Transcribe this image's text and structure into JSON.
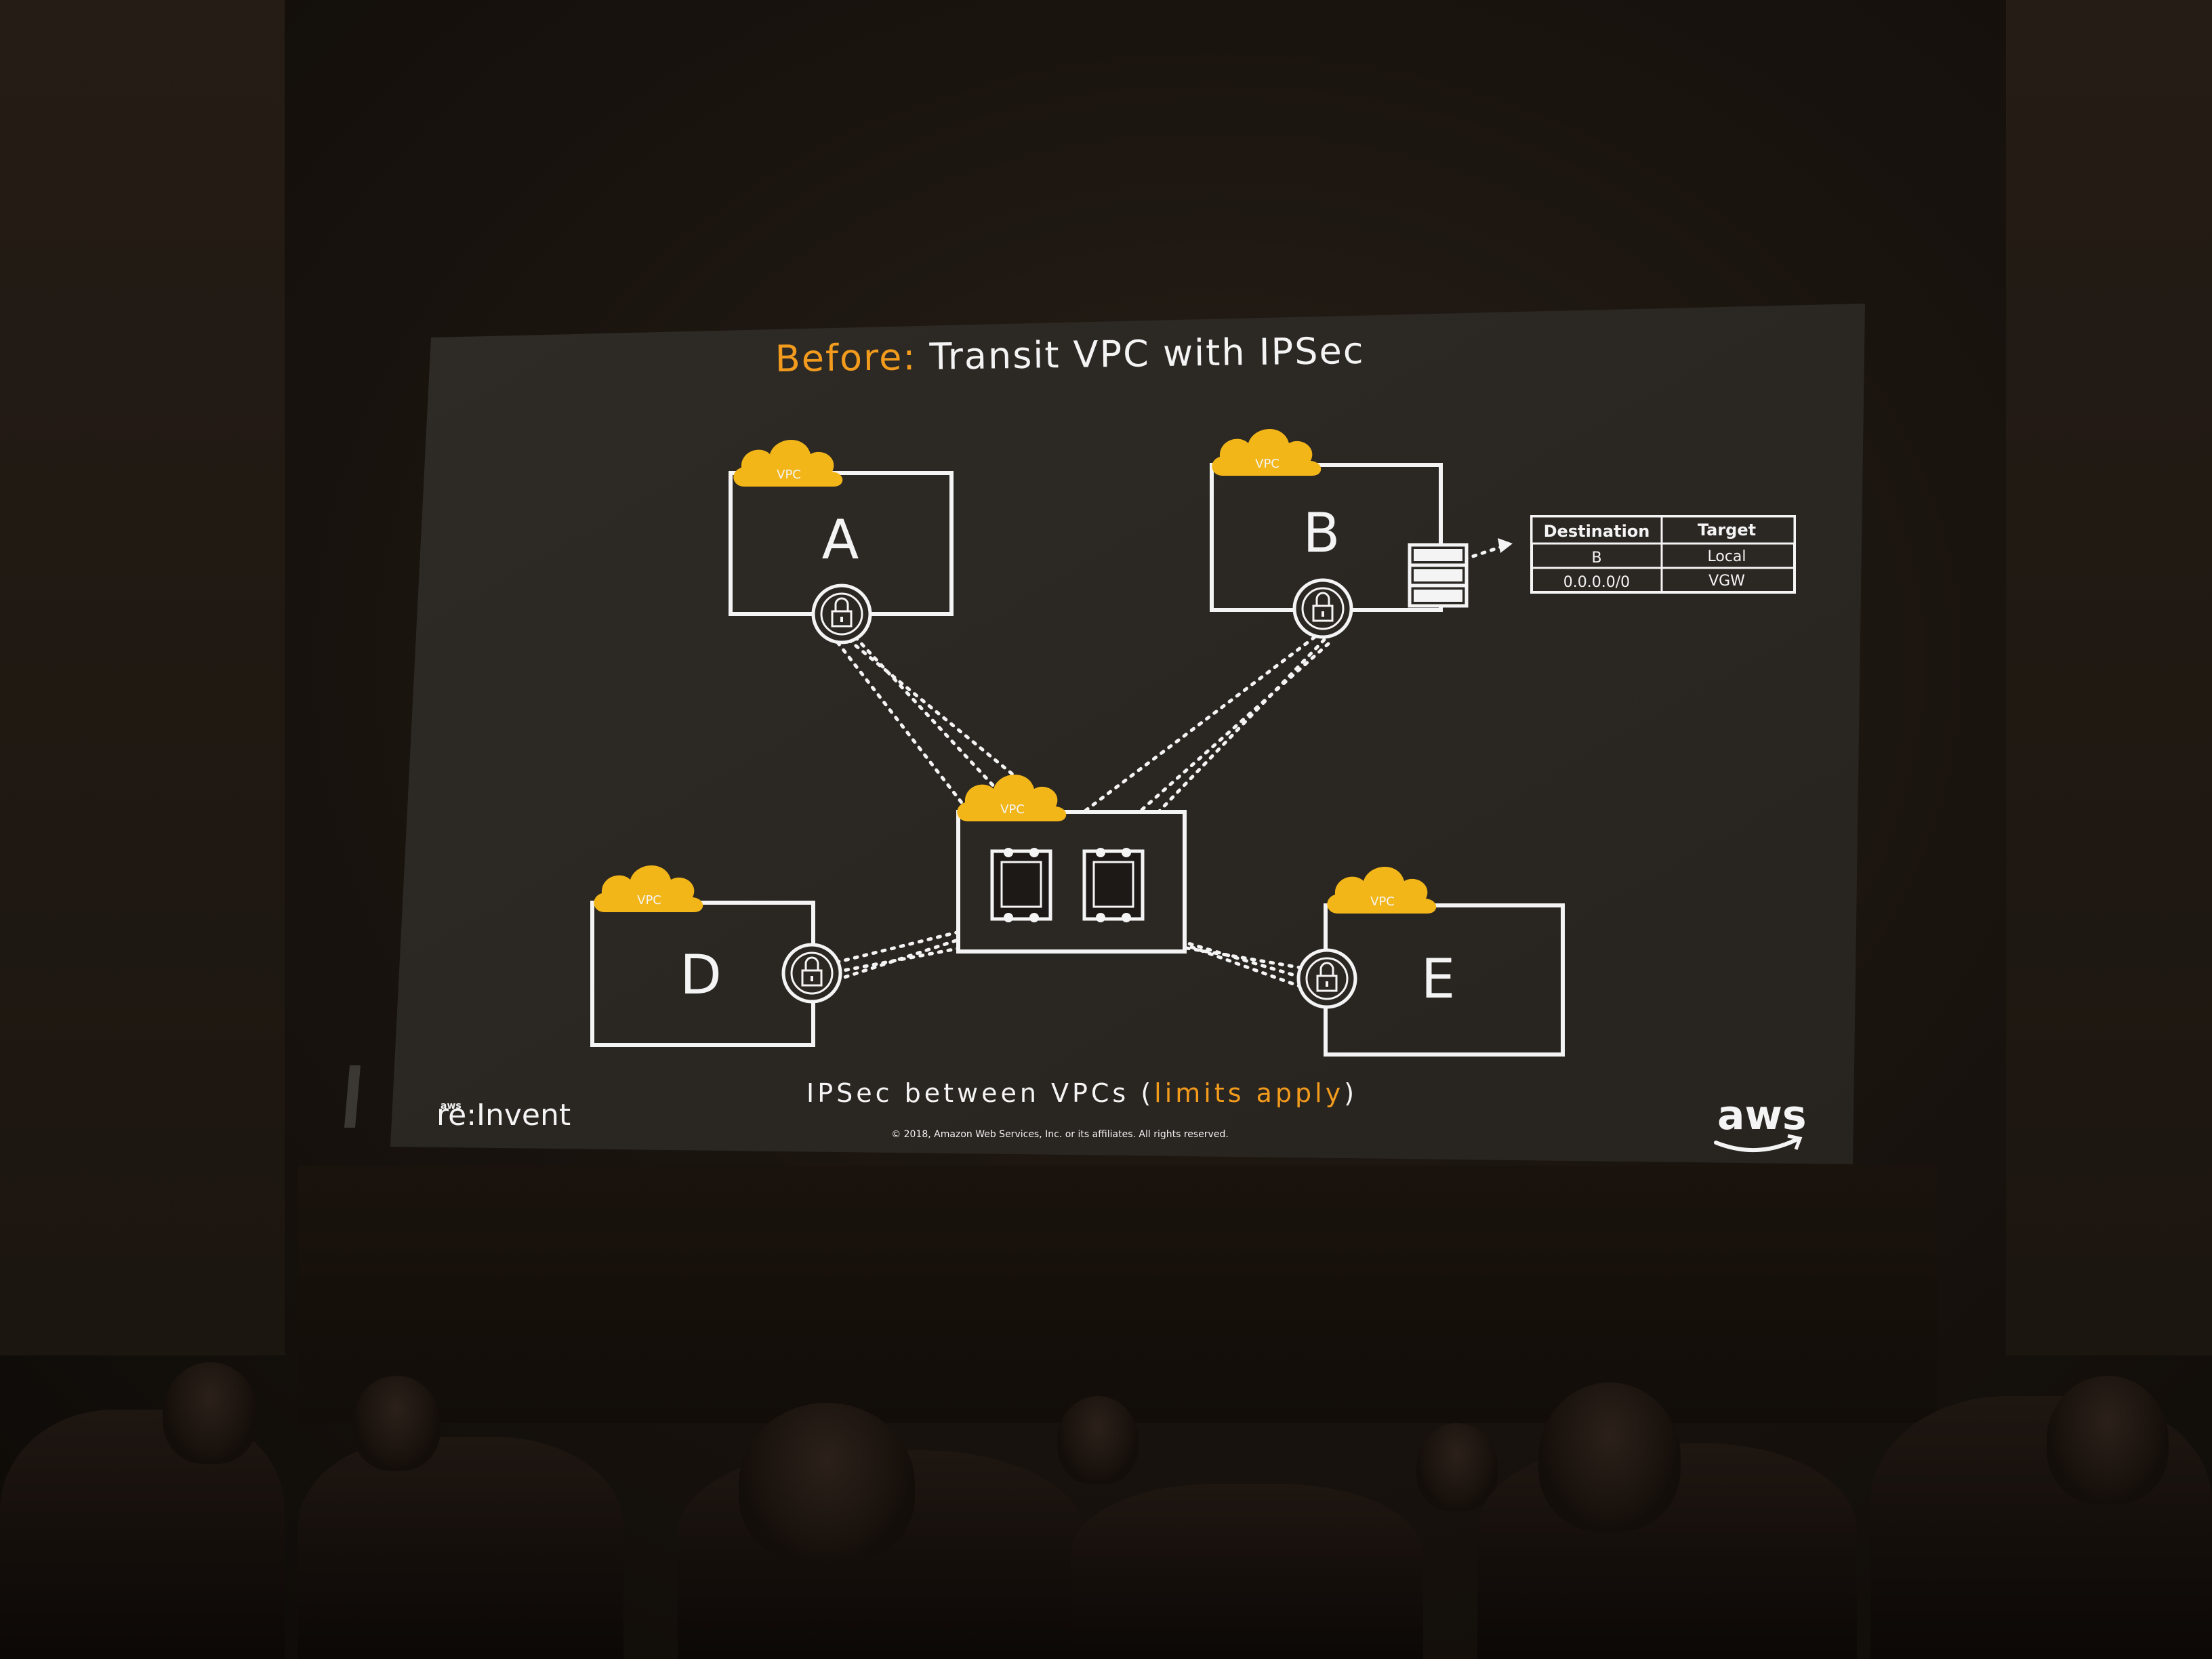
{
  "slide": {
    "title_prefix": "Before:",
    "title_rest": " Transit VPC with IPSec",
    "subtitle_main": "IPSec between VPCs (",
    "subtitle_highlight": "limits apply",
    "subtitle_close": ")",
    "copyright": "© 2018, Amazon Web Services, Inc. or its affiliates. All rights reserved.",
    "event_logo_small": "aws",
    "event_logo": "re:Invent",
    "brand_logo": "aws",
    "vpc_badge": "VPC",
    "vpcs": [
      {
        "label": "A"
      },
      {
        "label": "B"
      },
      {
        "label": "D"
      },
      {
        "label": "E"
      }
    ],
    "route_table": {
      "headers": [
        "Destination",
        "Target"
      ],
      "rows": [
        [
          "B",
          "Local"
        ],
        [
          "0.0.0.0/0",
          "VGW"
        ]
      ]
    },
    "icons": [
      "cloud-icon",
      "lock-icon",
      "router-icon",
      "route-table-icon"
    ],
    "colors": {
      "accent_orange": "#f29b1d",
      "cloud_yellow": "#f2b619",
      "slide_bg": "#2b2723",
      "line_white": "#f4f4f4"
    }
  }
}
